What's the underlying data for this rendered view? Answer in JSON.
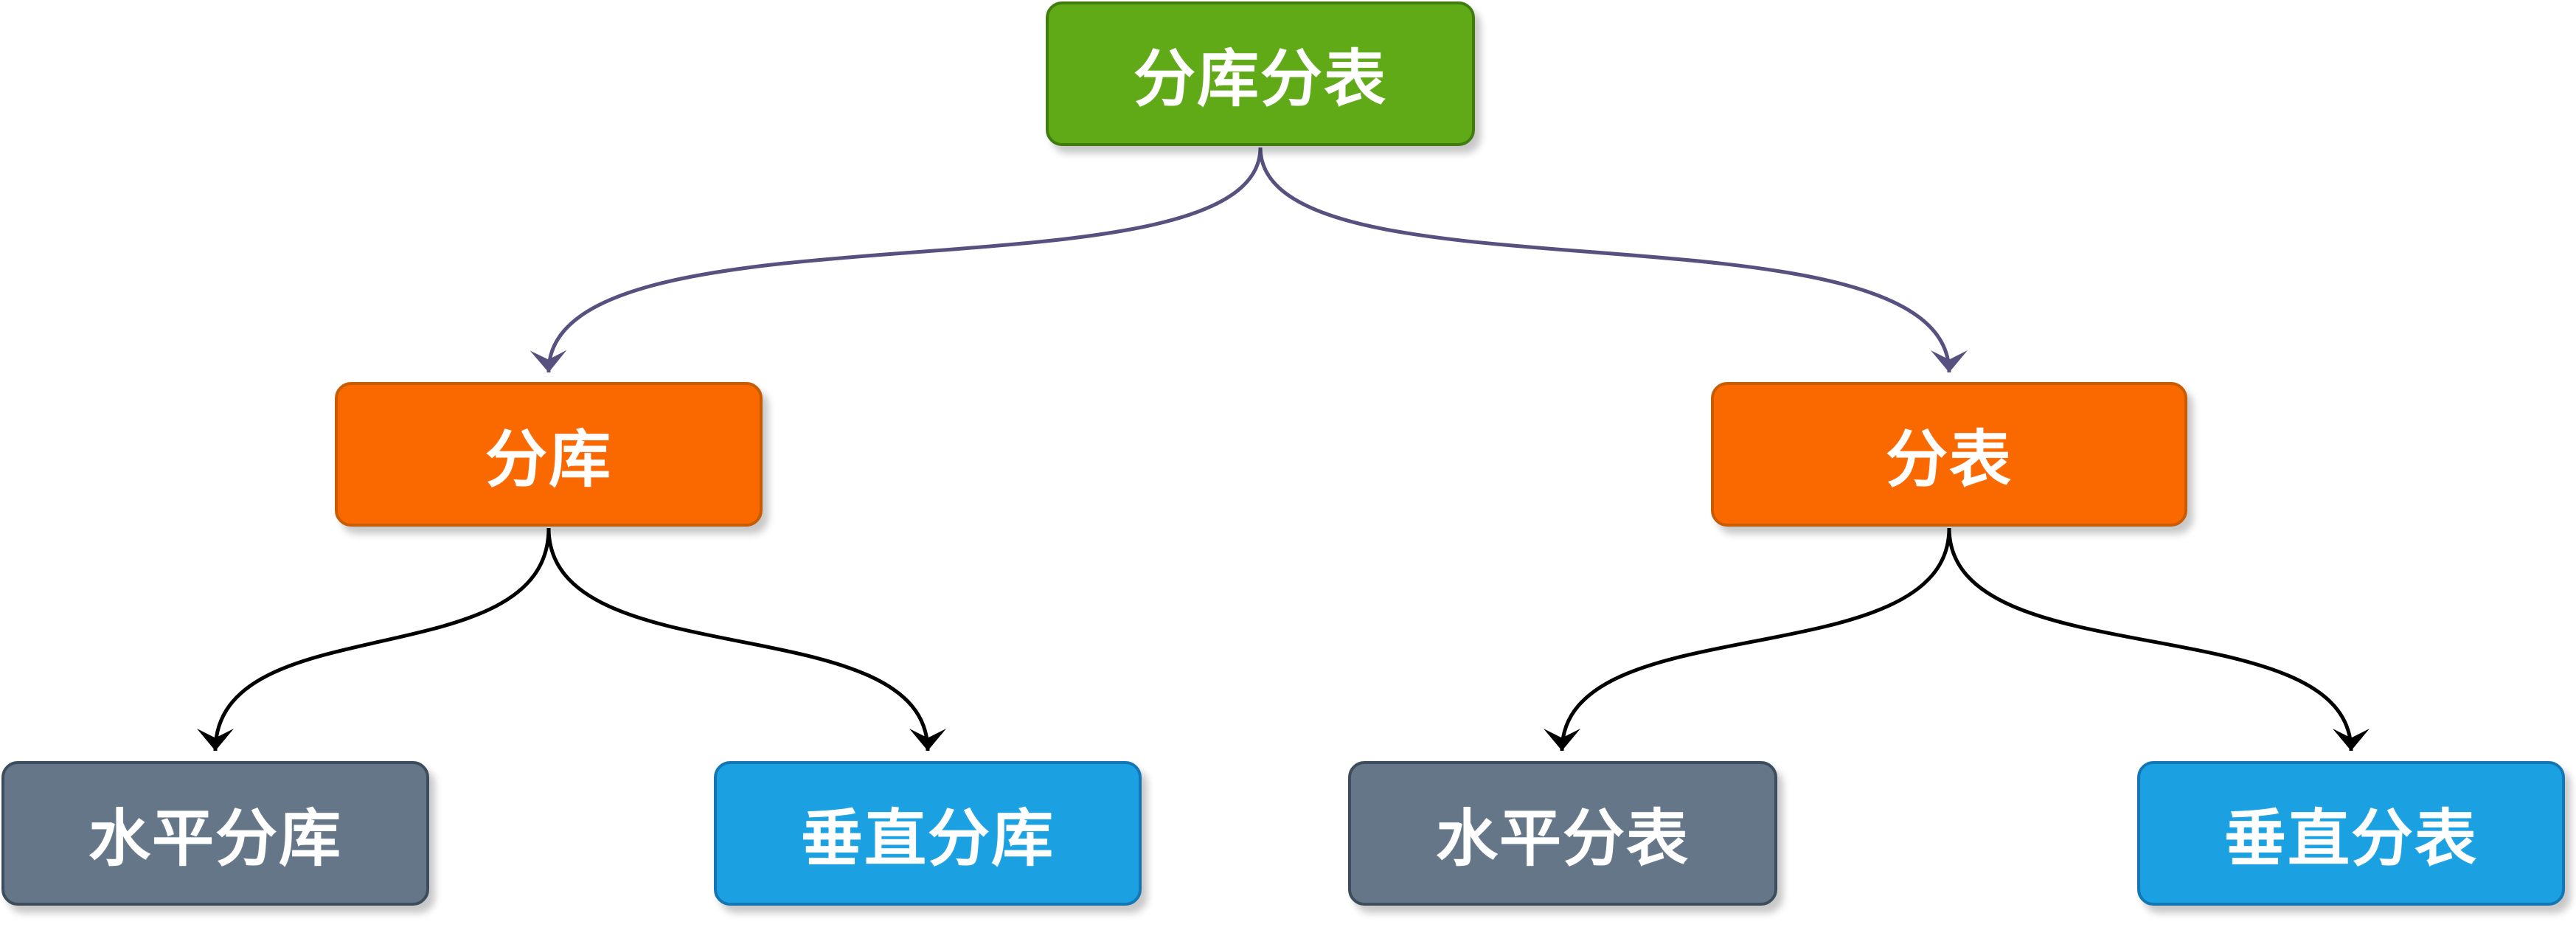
{
  "nodes": {
    "root": {
      "label": "分库分表",
      "color": "#60a917"
    },
    "shard_db": {
      "label": "分库",
      "color": "#fa6800"
    },
    "shard_table": {
      "label": "分表",
      "color": "#fa6800"
    },
    "horizontal_db": {
      "label": "水平分库",
      "color": "#647687"
    },
    "vertical_db": {
      "label": "垂直分库",
      "color": "#1ba1e2"
    },
    "horizontal_table": {
      "label": "水平分表",
      "color": "#647687"
    },
    "vertical_table": {
      "label": "垂直分表",
      "color": "#1ba1e2"
    }
  },
  "edges": [
    {
      "from": "分库分表",
      "to": "分库",
      "color": "#56517e"
    },
    {
      "from": "分库分表",
      "to": "分表",
      "color": "#56517e"
    },
    {
      "from": "分库",
      "to": "水平分库",
      "color": "#000000"
    },
    {
      "from": "分库",
      "to": "垂直分库",
      "color": "#000000"
    },
    {
      "from": "分表",
      "to": "水平分表",
      "color": "#000000"
    },
    {
      "from": "分表",
      "to": "垂直分表",
      "color": "#000000"
    }
  ]
}
